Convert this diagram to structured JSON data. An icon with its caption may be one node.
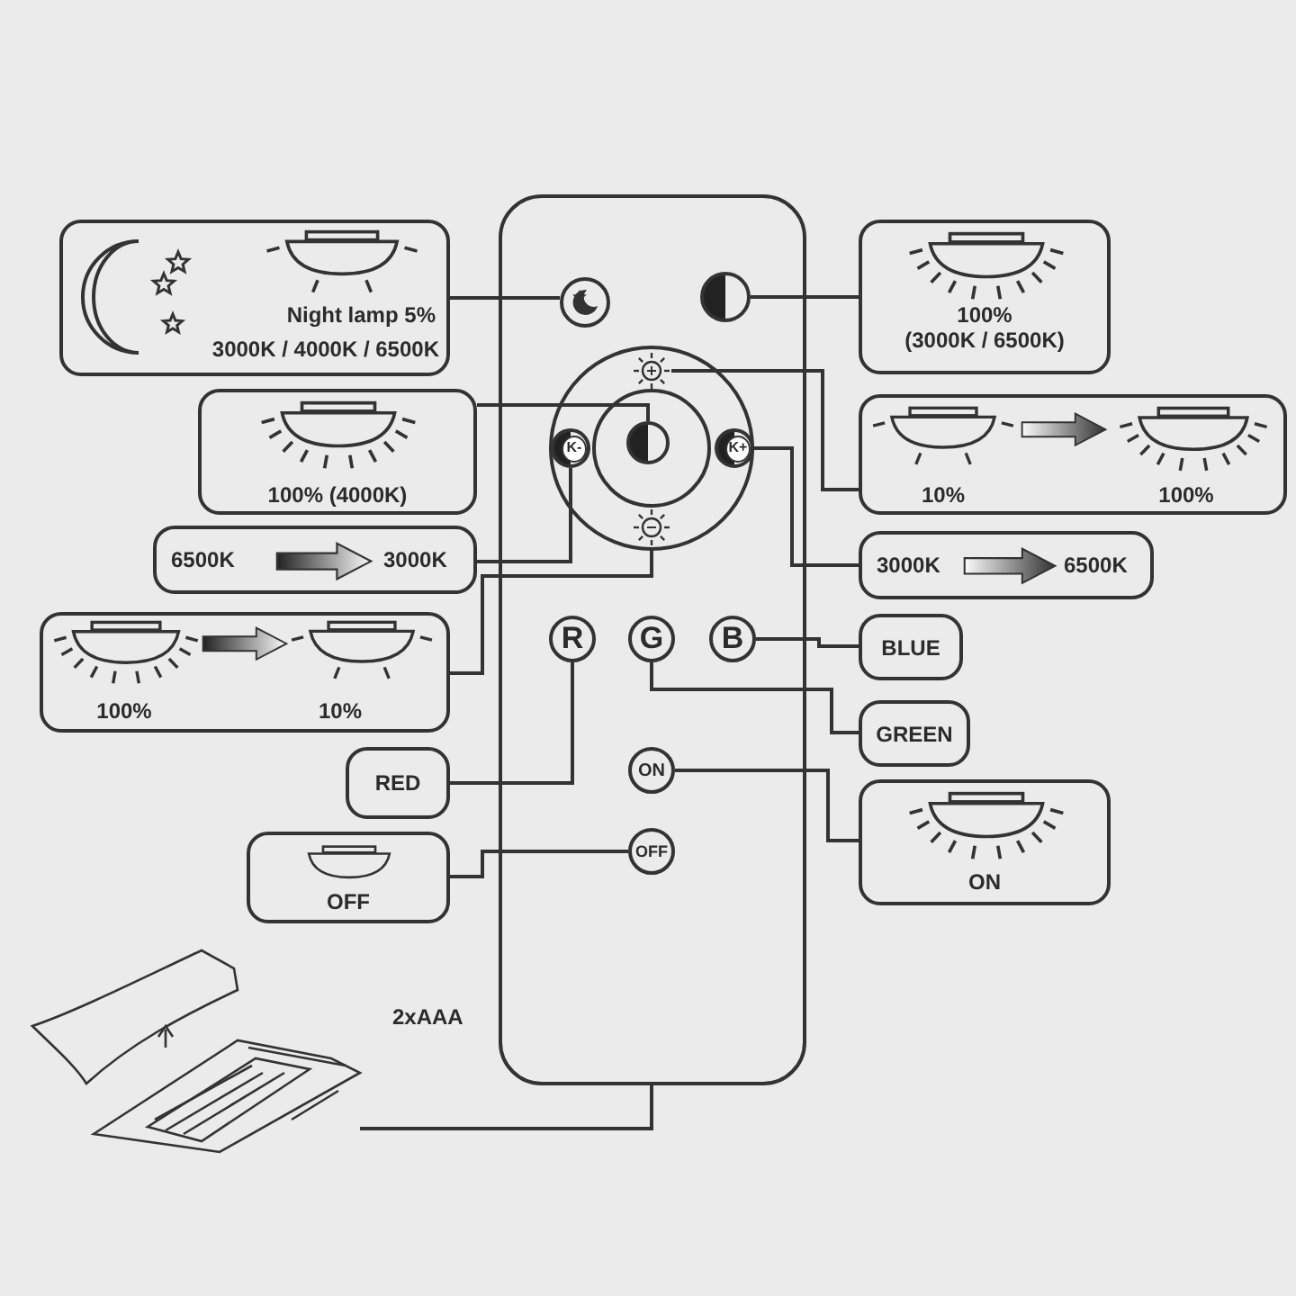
{
  "diagram": {
    "nodes": [
      {
        "text": [],
        "shape": "box"
      },
      {
        "text": [],
        "shape": "circle",
        "in": 0
      },
      {
        "text": [],
        "shape": "circle",
        "in": 0
      },
      {
        "text": [],
        "shape": "picture",
        "in": 0
      },
      {
        "text": [],
        "shape": "circle",
        "in": 0
      },
      {
        "text": [
          "K-"
        ],
        "in": 0
      },
      {
        "text": [
          "K+"
        ],
        "in": 0
      },
      {
        "text": [],
        "shape": "picture",
        "in": 0
      },
      {
        "text": [
          "R"
        ],
        "in": 0
      },
      {
        "text": [
          "G"
        ],
        "in": 0
      },
      {
        "text": [
          "B"
        ],
        "in": 0
      },
      {
        "text": [
          "ON"
        ],
        "in": 0
      },
      {
        "text": [
          "OFF"
        ],
        "in": 0
      },
      {
        "text": [
          "Night lamp 5%",
          "3000K / 4000K / 6500K"
        ]
      },
      {
        "text": [
          "100% (3000K / 6500K)"
        ]
      },
      {
        "text": [
          "100% (4000K)"
        ]
      },
      {
        "text": [
          "10%",
          "100%"
        ]
      },
      {
        "text": [
          "6500K",
          "3000K"
        ]
      },
      {
        "text": [
          "3000K",
          "6500K"
        ]
      },
      {
        "text": [
          "100%",
          "10%"
        ]
      },
      {
        "text": [
          "RED"
        ]
      },
      {
        "text": [
          "BLUE"
        ]
      },
      {
        "text": [
          "GREEN"
        ]
      },
      {
        "text": [
          "ON"
        ]
      },
      {
        "text": [
          "OFF"
        ]
      },
      {
        "text": [],
        "shape": "picture",
        "beside": [
          "2xAAA"
        ]
      }
    ],
    "edges": [
      {
        "from": 1,
        "to": 13,
        "arrow": "none"
      },
      {
        "from": 2,
        "to": 14,
        "arrow": "none"
      },
      {
        "from": 4,
        "to": 15,
        "arrow": "none"
      },
      {
        "from": 3,
        "to": 16,
        "arrow": "none"
      },
      {
        "from": 5,
        "to": 17,
        "arrow": "none"
      },
      {
        "from": 6,
        "to": 18,
        "arrow": "none"
      },
      {
        "from": 7,
        "to": 19,
        "arrow": "none"
      },
      {
        "from": 10,
        "to": 21,
        "arrow": "none"
      },
      {
        "from": 9,
        "to": 22,
        "arrow": "none"
      },
      {
        "from": 8,
        "to": 20,
        "arrow": "none"
      },
      {
        "from": 11,
        "to": 23,
        "arrow": "none"
      },
      {
        "from": 12,
        "to": 24,
        "arrow": "none"
      },
      {
        "from": 0,
        "to": 25,
        "arrow": "none"
      }
    ]
  }
}
